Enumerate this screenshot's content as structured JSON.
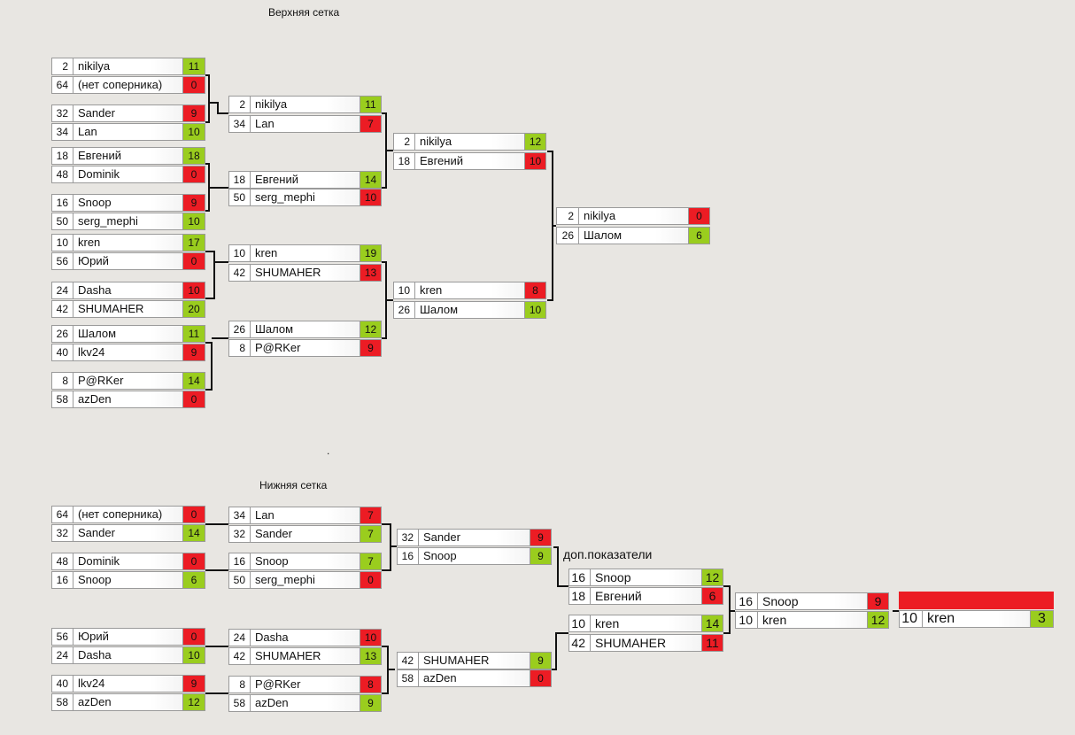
{
  "titles": {
    "upper": "Верхняя сетка",
    "lower": "Нижняя сетка",
    "dot": ".",
    "extra_note": "доп.показатели"
  },
  "colors": {
    "win": "#9acd1e",
    "lose": "#ec1c24",
    "background": "#e8e6e2"
  },
  "upper": {
    "round1": [
      [
        {
          "seed": "2",
          "name": "nikilya",
          "score": "11",
          "win": true
        },
        {
          "seed": "64",
          "name": "(нет соперника)",
          "score": "0",
          "win": false
        }
      ],
      [
        {
          "seed": "32",
          "name": "Sander",
          "score": "9",
          "win": false
        },
        {
          "seed": "34",
          "name": "Lan",
          "score": "10",
          "win": true
        }
      ],
      [
        {
          "seed": "18",
          "name": "Евгений",
          "score": "18",
          "win": true
        },
        {
          "seed": "48",
          "name": "Dominik",
          "score": "0",
          "win": false
        }
      ],
      [
        {
          "seed": "16",
          "name": "Snoop",
          "score": "9",
          "win": false
        },
        {
          "seed": "50",
          "name": "serg_mephi",
          "score": "10",
          "win": true
        }
      ],
      [
        {
          "seed": "10",
          "name": "kren",
          "score": "17",
          "win": true
        },
        {
          "seed": "56",
          "name": "Юрий",
          "score": "0",
          "win": false
        }
      ],
      [
        {
          "seed": "24",
          "name": "Dasha",
          "score": "10",
          "win": false
        },
        {
          "seed": "42",
          "name": "SHUMAHER",
          "score": "20",
          "win": true
        }
      ],
      [
        {
          "seed": "26",
          "name": "Шалом",
          "score": "11",
          "win": true
        },
        {
          "seed": "40",
          "name": "lkv24",
          "score": "9",
          "win": false
        }
      ],
      [
        {
          "seed": "8",
          "name": "P@RKer",
          "score": "14",
          "win": true
        },
        {
          "seed": "58",
          "name": "azDen",
          "score": "0",
          "win": false
        }
      ]
    ],
    "round2": [
      [
        {
          "seed": "2",
          "name": "nikilya",
          "score": "11",
          "win": true
        },
        {
          "seed": "34",
          "name": "Lan",
          "score": "7",
          "win": false
        }
      ],
      [
        {
          "seed": "18",
          "name": "Евгений",
          "score": "14",
          "win": true
        },
        {
          "seed": "50",
          "name": "serg_mephi",
          "score": "10",
          "win": false
        }
      ],
      [
        {
          "seed": "10",
          "name": "kren",
          "score": "19",
          "win": true
        },
        {
          "seed": "42",
          "name": "SHUMAHER",
          "score": "13",
          "win": false
        }
      ],
      [
        {
          "seed": "26",
          "name": "Шалом",
          "score": "12",
          "win": true
        },
        {
          "seed": "8",
          "name": "P@RKer",
          "score": "9",
          "win": false
        }
      ]
    ],
    "round3": [
      [
        {
          "seed": "2",
          "name": "nikilya",
          "score": "12",
          "win": true
        },
        {
          "seed": "18",
          "name": "Евгений",
          "score": "10",
          "win": false
        }
      ],
      [
        {
          "seed": "10",
          "name": "kren",
          "score": "8",
          "win": false
        },
        {
          "seed": "26",
          "name": "Шалом",
          "score": "10",
          "win": true
        }
      ]
    ],
    "final": [
      [
        {
          "seed": "2",
          "name": "nikilya",
          "score": "0",
          "win": false
        },
        {
          "seed": "26",
          "name": "Шалом",
          "score": "6",
          "win": true
        }
      ]
    ]
  },
  "lower": {
    "round1": [
      [
        {
          "seed": "64",
          "name": "(нет соперника)",
          "score": "0",
          "win": false
        },
        {
          "seed": "32",
          "name": "Sander",
          "score": "14",
          "win": true
        }
      ],
      [
        {
          "seed": "48",
          "name": "Dominik",
          "score": "0",
          "win": false
        },
        {
          "seed": "16",
          "name": "Snoop",
          "score": "6",
          "win": true
        }
      ],
      [
        {
          "seed": "56",
          "name": "Юрий",
          "score": "0",
          "win": false
        },
        {
          "seed": "24",
          "name": "Dasha",
          "score": "10",
          "win": true
        }
      ],
      [
        {
          "seed": "40",
          "name": "lkv24",
          "score": "9",
          "win": false
        },
        {
          "seed": "58",
          "name": "azDen",
          "score": "12",
          "win": true
        }
      ]
    ],
    "round2": [
      [
        {
          "seed": "34",
          "name": "Lan",
          "score": "7",
          "win": false
        },
        {
          "seed": "32",
          "name": "Sander",
          "score": "7",
          "win": true
        }
      ],
      [
        {
          "seed": "16",
          "name": "Snoop",
          "score": "7",
          "win": true
        },
        {
          "seed": "50",
          "name": "serg_mephi",
          "score": "0",
          "win": false
        }
      ],
      [
        {
          "seed": "24",
          "name": "Dasha",
          "score": "10",
          "win": false
        },
        {
          "seed": "42",
          "name": "SHUMAHER",
          "score": "13",
          "win": true
        }
      ],
      [
        {
          "seed": "8",
          "name": "P@RKer",
          "score": "8",
          "win": false
        },
        {
          "seed": "58",
          "name": "azDen",
          "score": "9",
          "win": true
        }
      ]
    ],
    "round3": [
      [
        {
          "seed": "32",
          "name": "Sander",
          "score": "9",
          "win": false
        },
        {
          "seed": "16",
          "name": "Snoop",
          "score": "9",
          "win": true
        }
      ],
      [
        {
          "seed": "42",
          "name": "SHUMAHER",
          "score": "9",
          "win": true
        },
        {
          "seed": "58",
          "name": "azDen",
          "score": "0",
          "win": false
        }
      ]
    ],
    "round4": [
      [
        {
          "seed": "16",
          "name": "Snoop",
          "score": "12",
          "win": true
        },
        {
          "seed": "18",
          "name": "Евгений",
          "score": "6",
          "win": false
        }
      ],
      [
        {
          "seed": "10",
          "name": "kren",
          "score": "14",
          "win": true
        },
        {
          "seed": "42",
          "name": "SHUMAHER",
          "score": "11",
          "win": false
        }
      ]
    ],
    "round5": [
      [
        {
          "seed": "16",
          "name": "Snoop",
          "score": "9",
          "win": false
        },
        {
          "seed": "10",
          "name": "kren",
          "score": "12",
          "win": true
        }
      ]
    ],
    "final": [
      [
        {
          "seed": "",
          "name": "",
          "score": "",
          "win": false
        },
        {
          "seed": "10",
          "name": "kren",
          "score": "3",
          "win": true
        }
      ]
    ]
  }
}
